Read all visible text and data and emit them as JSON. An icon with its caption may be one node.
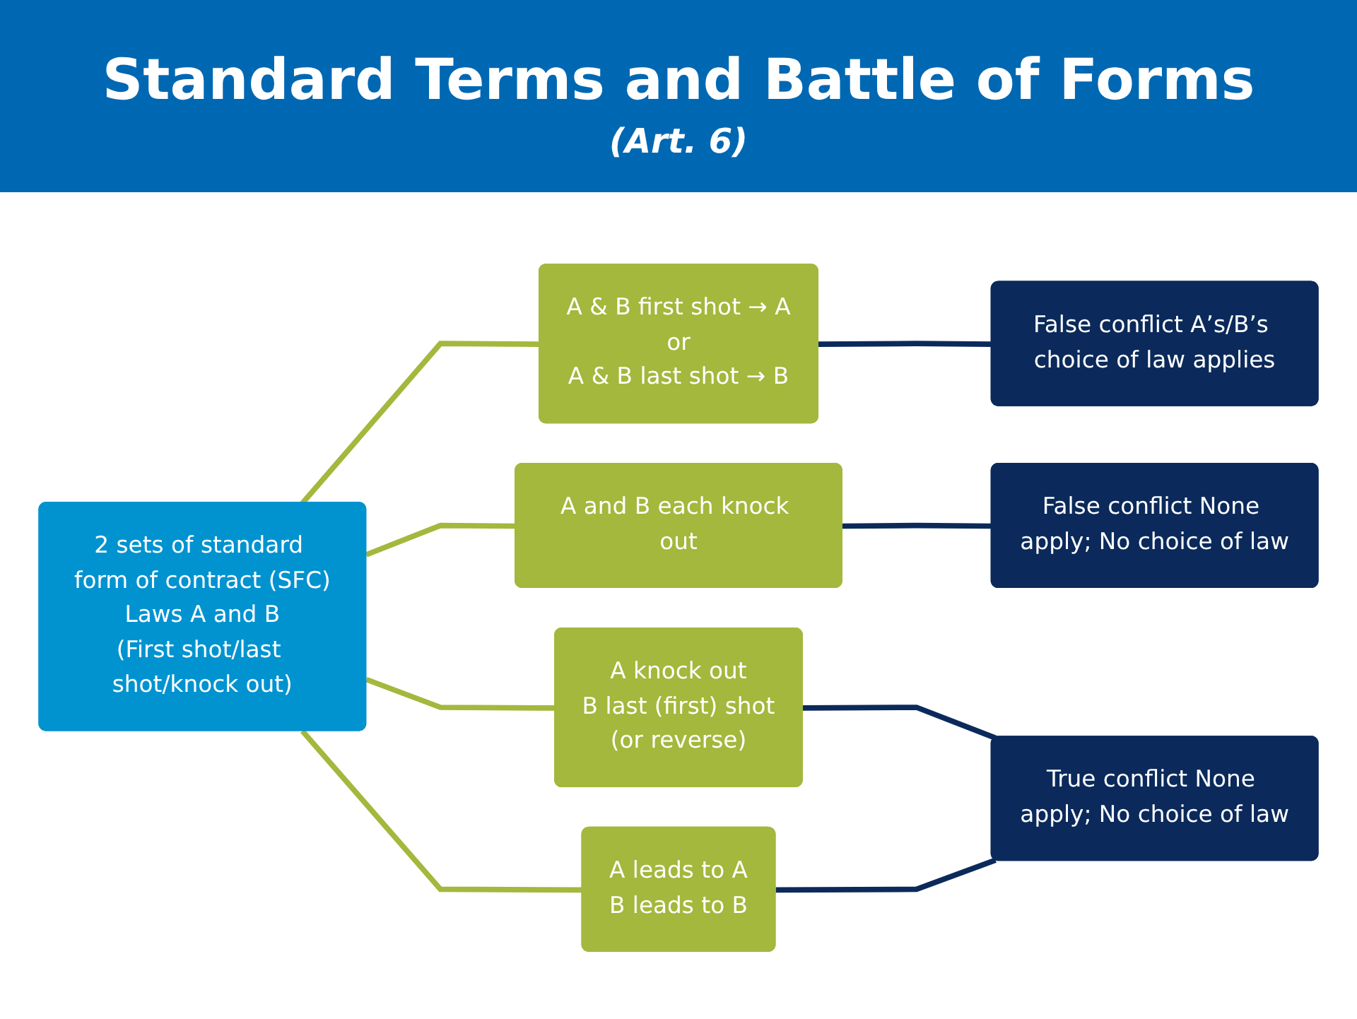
{
  "diagram": {
    "title": "Standard Terms and Battle of Forms",
    "nodes": [
      {
        "text": [
          "2 sets of standard form of contract (SFC)",
          "Laws A and B",
          "(First shot/last shot/knock out)"
        ]
      },
      {
        "text": [
          "A & B first shot → A",
          "or",
          "A & B last shot → B"
        ]
      },
      {
        "text": [
          "A and B each knock out"
        ]
      },
      {
        "text": [
          "A knock out",
          "B last (first) shot",
          "(or reverse)"
        ]
      },
      {
        "text": [
          "A leads to A",
          "B leads to B"
        ]
      },
      {
        "text": [
          "False conflict A’s/B’s choice of law applies"
        ]
      },
      {
        "text": [
          "False conflict None apply; No choice of law"
        ]
      },
      {
        "text": [
          "True conflict None apply; No choice of law"
        ]
      }
    ],
    "edges": [
      {
        "from": 0,
        "to": 1,
        "arrow": "none",
        "color": "#a3b83c"
      },
      {
        "from": 0,
        "to": 2,
        "arrow": "none",
        "color": "#a3b83c"
      },
      {
        "from": 0,
        "to": 3,
        "arrow": "none",
        "color": "#a3b83c"
      },
      {
        "from": 0,
        "to": 4,
        "arrow": "none",
        "color": "#a3b83c"
      },
      {
        "from": 1,
        "to": 5,
        "arrow": "none",
        "color": "#0b2a5b"
      },
      {
        "from": 2,
        "to": 6,
        "arrow": "none",
        "color": "#0b2a5b"
      },
      {
        "from": 3,
        "to": 7,
        "arrow": "none",
        "color": "#0b2a5b"
      },
      {
        "from": 4,
        "to": 7,
        "arrow": "none",
        "color": "#0b2a5b"
      }
    ],
    "labels": [
      "(Art. 6)"
    ]
  }
}
